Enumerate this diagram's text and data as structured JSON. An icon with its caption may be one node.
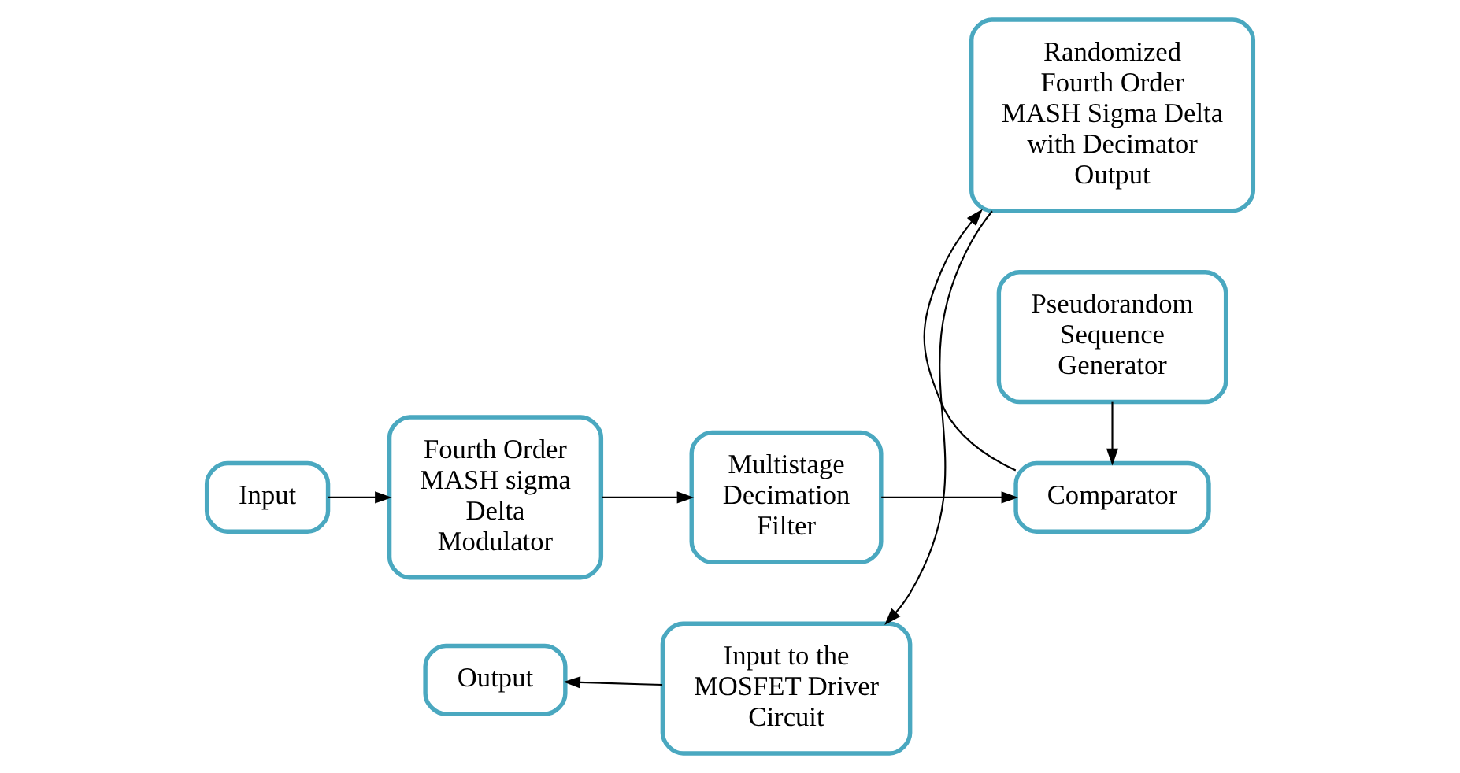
{
  "diagram": {
    "nodes": [
      {
        "text": [
          "Input"
        ]
      },
      {
        "text": [
          "Fourth Order MASH sigma Delta Modulator"
        ]
      },
      {
        "text": [
          "Multistage Decimation Filter"
        ]
      },
      {
        "text": [
          "Comparator"
        ]
      },
      {
        "text": [
          "Pseudorandom Sequence Generator"
        ]
      },
      {
        "text": [
          "Randomized Fourth Order MASH Sigma Delta with Decimator Output"
        ]
      },
      {
        "text": [
          "Input to the MOSFET Driver Circuit"
        ]
      },
      {
        "text": [
          "Output"
        ]
      }
    ],
    "edges": [
      {
        "from": 0,
        "to": 1,
        "arrow": "to"
      },
      {
        "from": 1,
        "to": 2,
        "arrow": "to"
      },
      {
        "from": 2,
        "to": 3,
        "arrow": "to"
      },
      {
        "from": 4,
        "to": 3,
        "arrow": "to"
      },
      {
        "from": 3,
        "to": 5,
        "arrow": "to"
      },
      {
        "from": 5,
        "to": 6,
        "arrow": "to"
      },
      {
        "from": 6,
        "to": 7,
        "arrow": "to"
      }
    ]
  }
}
